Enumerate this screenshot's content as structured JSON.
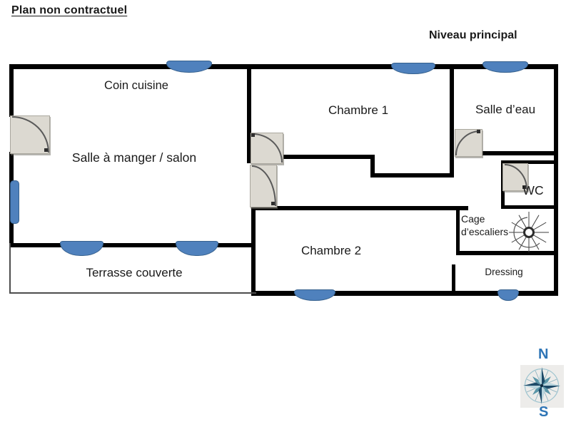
{
  "page": {
    "title": "Plan non contractuel",
    "level_label": "Niveau principal"
  },
  "rooms": {
    "coin_cuisine": {
      "label": "Coin cuisine"
    },
    "salle_a_manger": {
      "label": "Salle à manger / salon"
    },
    "chambre_1": {
      "label": "Chambre 1"
    },
    "salle_d_eau": {
      "label": "Salle d’eau"
    },
    "wc": {
      "label": "WC"
    },
    "cage_escaliers": {
      "label": "Cage d’escaliers"
    },
    "chambre_2": {
      "label": "Chambre 2"
    },
    "dressing": {
      "label": "Dressing"
    },
    "terrasse": {
      "label": "Terrasse couverte"
    }
  },
  "compass": {
    "north_label": "N",
    "south_label": "S"
  },
  "symbols": {
    "door": "quarter-circle door swing",
    "spiral_staircase": "spiral staircase",
    "window": "blue window / bay"
  },
  "colors": {
    "wall": "#000000",
    "window_blue": "#4f81bd",
    "window_border": "#36618e",
    "door_fill": "#dcd9d1",
    "compass_text": "#2e75b6",
    "text": "#1a1a1a"
  }
}
